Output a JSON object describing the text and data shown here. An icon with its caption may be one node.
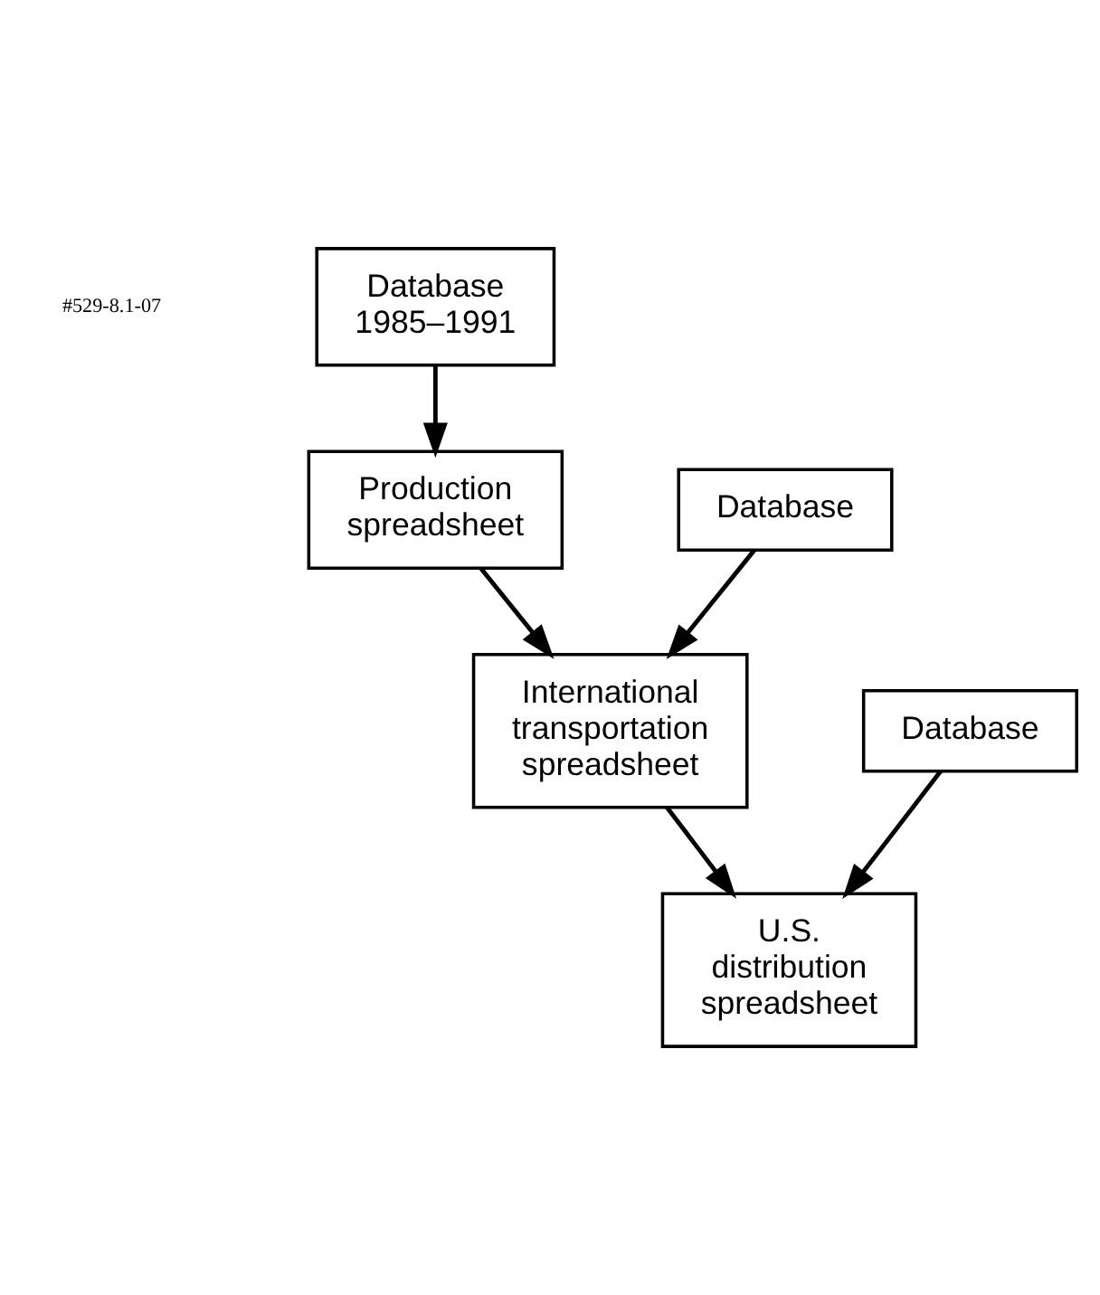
{
  "diagram": {
    "nodes": [
      {
        "text": [
          "Database 1985–1991"
        ]
      },
      {
        "text": [
          "Production spreadsheet"
        ]
      },
      {
        "text": [
          "Database"
        ]
      },
      {
        "text": [
          "International transportation spreadsheet"
        ]
      },
      {
        "text": [
          "Database"
        ]
      },
      {
        "text": [
          "U.S. distribution spreadsheet"
        ]
      }
    ],
    "edges": [
      {
        "from": 0,
        "to": 1,
        "arrow": "to"
      },
      {
        "from": 1,
        "to": 3,
        "arrow": "to"
      },
      {
        "from": 2,
        "to": 3,
        "arrow": "to"
      },
      {
        "from": 3,
        "to": 5,
        "arrow": "to"
      },
      {
        "from": 4,
        "to": 5,
        "arrow": "to"
      }
    ],
    "labels": [
      "#529-8.1-07"
    ]
  }
}
